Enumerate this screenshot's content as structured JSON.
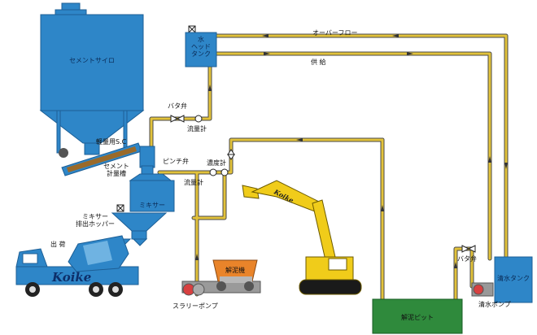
{
  "labels": {
    "silo": "セメントサイロ",
    "light_sc": "軽量用S.C",
    "cement_hopper": "セメント\n計量槽",
    "mixer": "ミキサー",
    "mixer_hopper": "ミキサー\n排出ホッパー",
    "shipping": "出 荷",
    "water_head_tank": "水\nヘッド\nタンク",
    "overflow": "オーバーフロー",
    "supply": "供 給",
    "butterfly_valve_1": "バタ弁",
    "flowmeter_1": "流量計",
    "pinch_valve": "ピンチ弁",
    "densitometer": "濃度計",
    "flowmeter_2": "流量計",
    "mud_machine": "解泥機",
    "slurry_pump": "スラリーポンプ",
    "mud_pit": "解泥ピット",
    "butterfly_valve_2": "バタ弁",
    "clear_water_tank": "清水タンク",
    "clear_water_pump": "清水ポンプ"
  },
  "logos": {
    "truck": "Koike",
    "excavator": "Koike"
  },
  "colors": {
    "equipment_blue": "#2e86c8",
    "pipe_yellow": "#e2c23a",
    "pit_green": "#2f8a3c",
    "excavator_yellow": "#f0cc1a",
    "mud_machine_orange": "#e9842a"
  }
}
